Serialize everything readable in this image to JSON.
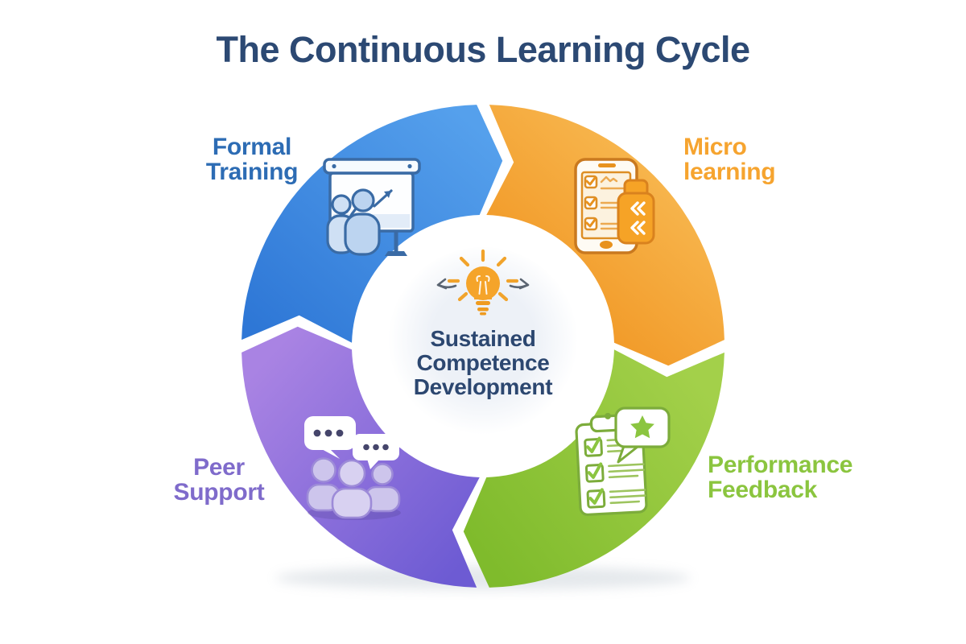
{
  "title": "The Continuous Learning Cycle",
  "colors": {
    "title_text": "#2C4973",
    "center_text": "#2C4770",
    "center_tint": "#EDF1F7",
    "segment_blue_light": "#55A0EC",
    "segment_blue_dark": "#2E77D6",
    "segment_orange_light": "#FAC35F",
    "segment_orange_dark": "#F0931F",
    "segment_green_light": "#A3D04A",
    "segment_green_dark": "#7FBB2C",
    "segment_purple_light": "#A983E3",
    "segment_purple_dark": "#6D5BD3",
    "label_blue": "#2D6CB4",
    "label_orange": "#F6A42F",
    "label_green": "#8BC53F",
    "label_purple": "#7F6BCB"
  },
  "cycle": {
    "flow": "clockwise",
    "center": {
      "lines": [
        "Sustained",
        "Competence",
        "Development"
      ],
      "icon": "lightbulb-with-rays-and-cycle-arrows"
    },
    "segments": [
      {
        "id": "formal-training",
        "position": "top-left",
        "color_name": "blue",
        "label_line1": "Formal",
        "label_line2": "Training",
        "icon": "presentation-board-with-trainees"
      },
      {
        "id": "micro-learning",
        "position": "top-right",
        "color_name": "orange",
        "label_line1": "Micro",
        "label_line2": "learning",
        "icon": "smartphone-checklist-with-usb-drive"
      },
      {
        "id": "performance-feedback",
        "position": "bottom-right",
        "color_name": "green",
        "label_line1": "Performance",
        "label_line2": "Feedback",
        "icon": "clipboard-checklist-with-star-bubble"
      },
      {
        "id": "peer-support",
        "position": "bottom-left",
        "color_name": "purple",
        "label_line1": "Peer",
        "label_line2": "Support",
        "icon": "people-group-with-chat-bubbles"
      }
    ]
  }
}
